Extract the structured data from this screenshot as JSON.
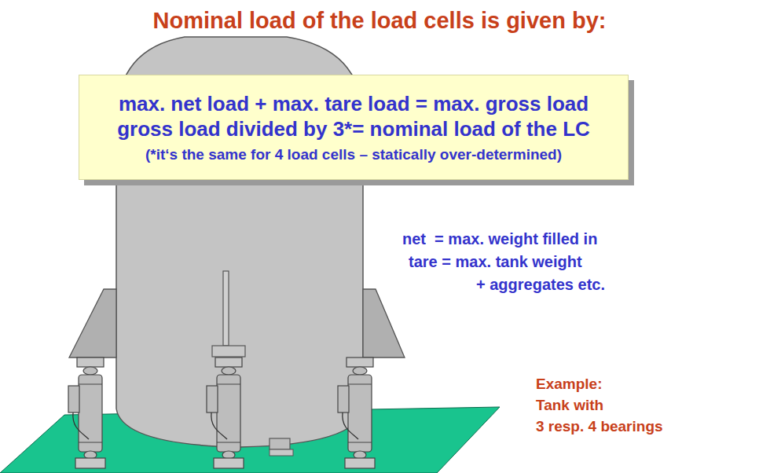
{
  "diagram": {
    "title": "Nominal load of the load cells is given by:",
    "nodes": [
      {
        "text": [
          "max. net load + max. tare load = max. gross load",
          "gross load divided by 3*= nominal load of the LC",
          "(*it‘s the same for 4 load cells – statically over-determined)"
        ]
      }
    ],
    "labels": [
      "net  = max. weight filled in",
      "tare = max. tank weight",
      "+ aggregates etc.",
      "Example:",
      "Tank with",
      "3 resp. 4 bearings"
    ]
  }
}
